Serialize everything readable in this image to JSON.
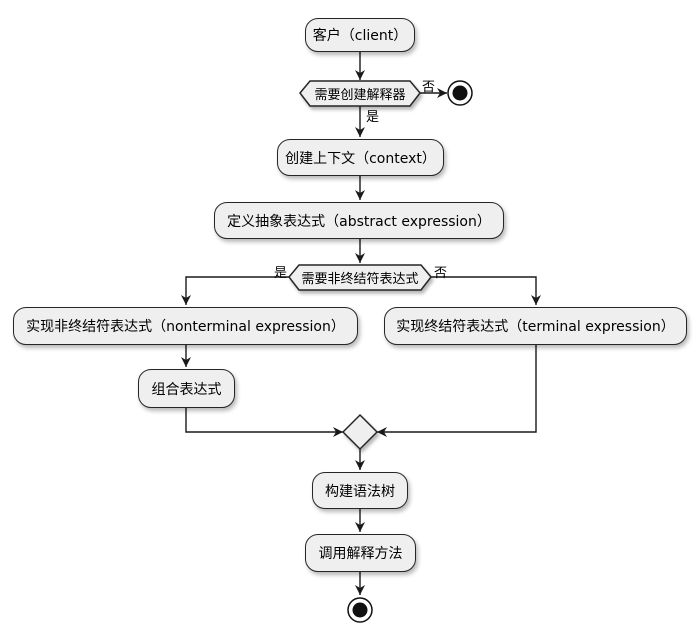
{
  "diagram": {
    "nodes": {
      "client": "客户（client）",
      "need_interpreter": "需要创建解释器",
      "create_context": "创建上下文（context）",
      "define_abstract": "定义抽象表达式（abstract expression）",
      "need_nonterminal": "需要非终结符表达式",
      "impl_nonterminal": "实现非终结符表达式（nonterminal expression）",
      "impl_terminal": "实现终结符表达式（terminal expression）",
      "combine": "组合表达式",
      "build_tree": "构建语法树",
      "call_method": "调用解释方法"
    },
    "edge_labels": {
      "interp_no": "否",
      "interp_yes": "是",
      "nonterminal_yes": "是",
      "nonterminal_no": "否"
    }
  }
}
